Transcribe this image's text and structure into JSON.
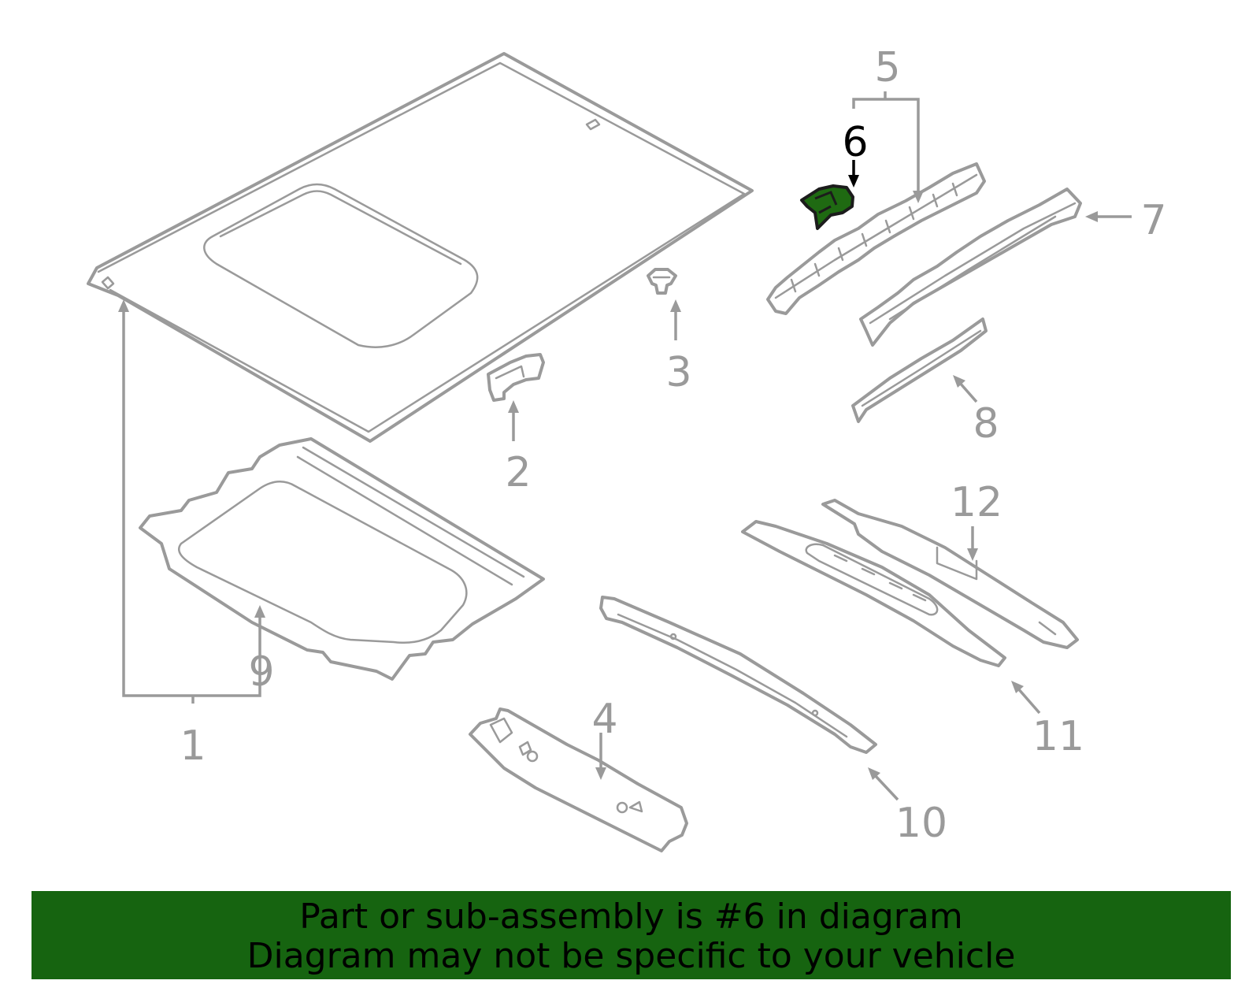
{
  "diagram": {
    "callouts": [
      "1",
      "2",
      "3",
      "4",
      "5",
      "6",
      "7",
      "8",
      "9",
      "10",
      "11",
      "12"
    ],
    "selected_callout": "6",
    "colors": {
      "line": "#9a9a9a",
      "selected_label": "#000000",
      "highlight_fill": "#1f6a12",
      "banner_fill": "#166410",
      "banner_text": "#000000"
    }
  },
  "banner": {
    "line1": "Part or sub-assembly is #6 in diagram",
    "line2": "Diagram may not be specific to your vehicle"
  }
}
